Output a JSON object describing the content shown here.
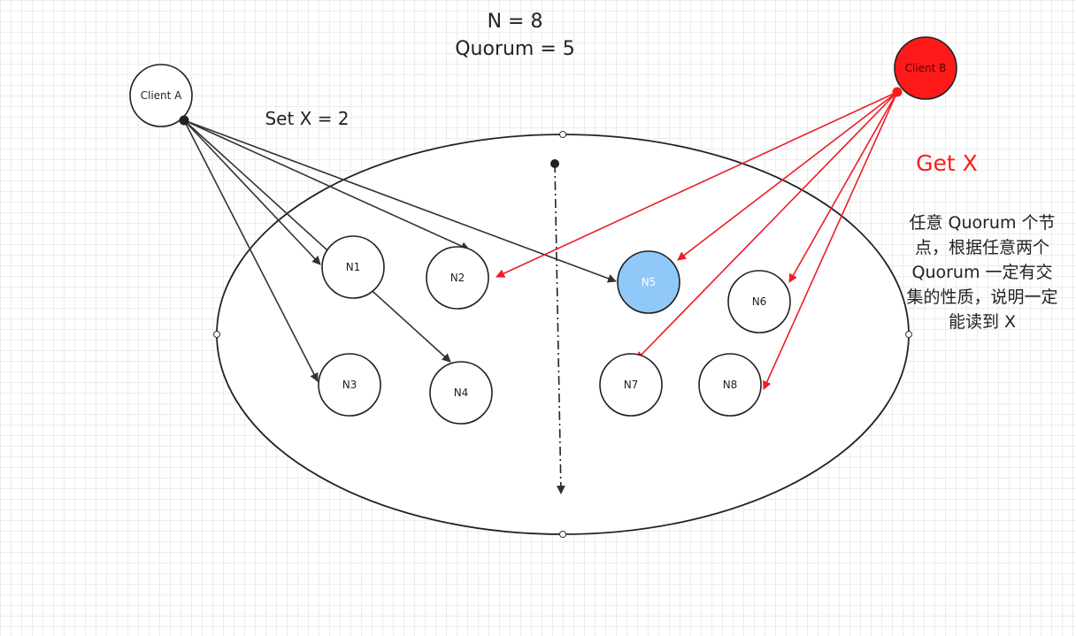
{
  "header": {
    "n_label": "N = 8",
    "quorum_label": "Quorum = 5"
  },
  "clients": {
    "a": {
      "label": "Client A"
    },
    "b": {
      "label": "Client B",
      "color": "#ff1a1a"
    }
  },
  "operations": {
    "write_label": "Set X = 2",
    "read_label": "Get X",
    "read_color": "#ff1a1a"
  },
  "nodes": [
    {
      "id": "N1"
    },
    {
      "id": "N2"
    },
    {
      "id": "N3"
    },
    {
      "id": "N4"
    },
    {
      "id": "N5",
      "color": "#90c8f8"
    },
    {
      "id": "N6"
    },
    {
      "id": "N7"
    },
    {
      "id": "N8"
    }
  ],
  "note": {
    "text": "任意 Quorum 个节点，根据任意两个 Quorum 一定有交集的性质，说明一定能读到 X"
  },
  "colors": {
    "write_arrow": "#333333",
    "read_arrow": "#ee1c25",
    "highlight_node": "#90c8f8"
  }
}
